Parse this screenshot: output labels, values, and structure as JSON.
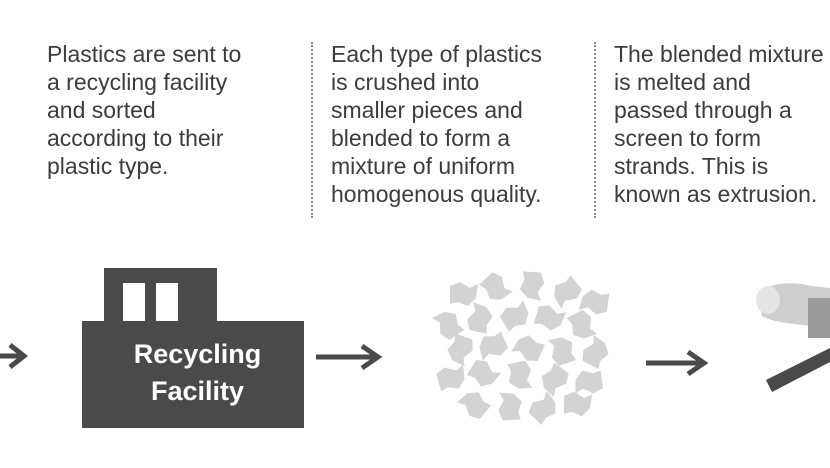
{
  "steps": [
    {
      "lines": [
        "Plastics are sent to",
        "a recycling facility",
        "and sorted",
        "according to their",
        "plastic type."
      ]
    },
    {
      "lines": [
        "Each type of plastics",
        "is crushed into",
        "smaller pieces and",
        "blended to form a",
        "mixture of uniform",
        "homogenous quality."
      ]
    },
    {
      "lines": [
        "The blended mixture",
        "is melted and",
        "passed through a",
        "screen to form",
        "strands. This is",
        "known as extrusion."
      ]
    }
  ],
  "facility": {
    "line1": "Recycling",
    "line2": "Facility"
  },
  "icons": [
    "arrow-icon",
    "factory-icon",
    "plastic-flakes-icon",
    "extrusion-icon"
  ],
  "colors": {
    "text": "#3c3c3c",
    "icon_dark": "#4a4a4a",
    "flakes": "#d3d3d3",
    "divider": "#8a8a8a"
  }
}
